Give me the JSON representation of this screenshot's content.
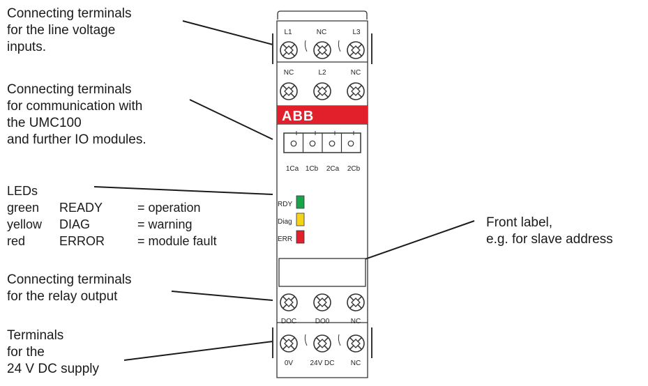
{
  "annotations": {
    "line_voltage": [
      "Connecting terminals",
      "for the line voltage",
      "inputs."
    ],
    "communication": [
      "Connecting terminals",
      "for communication with",
      "the UMC100",
      "and further IO modules."
    ],
    "leds_heading": "LEDs",
    "leds_rows": [
      [
        "green",
        "READY",
        "= operation"
      ],
      [
        "yellow",
        "DIAG",
        "= warning"
      ],
      [
        "red",
        "ERROR",
        "= module fault"
      ]
    ],
    "front_label": [
      "Front label,",
      "e.g. for slave address"
    ],
    "relay_output": [
      "Connecting terminals",
      "for the relay output"
    ],
    "supply": [
      "Terminals",
      "for the",
      "24 V DC supply"
    ]
  },
  "device": {
    "brand": "ABB",
    "brand_color": "#e2202c",
    "top_row_labels": [
      "L1",
      "NC",
      "L3"
    ],
    "second_row_labels": [
      "NC",
      "L2",
      "NC"
    ],
    "comm_labels": [
      "1Ca",
      "1Cb",
      "2Ca",
      "2Cb"
    ],
    "led_labels": [
      "RDY",
      "Diag",
      "ERR"
    ],
    "led_colors": [
      "#1aa34a",
      "#f4d31a",
      "#e2202c"
    ],
    "relay_labels": [
      "DOC",
      "DO0",
      "NC"
    ],
    "supply_labels": [
      "0V",
      "24V DC",
      "NC"
    ]
  }
}
